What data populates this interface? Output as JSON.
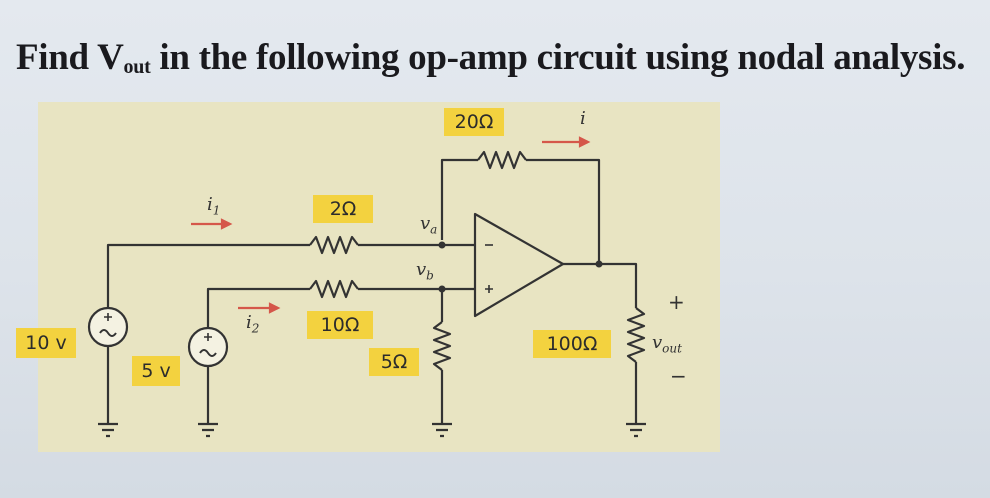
{
  "question": {
    "prefix": "Find V",
    "subscript": "out",
    "suffix": " in the following op-amp circuit using nodal analysis."
  },
  "circuit": {
    "resistors": {
      "r_feedback": "20Ω",
      "r_2": "2Ω",
      "r_10": "10Ω",
      "r_5": "5Ω",
      "r_load": "100Ω"
    },
    "sources": {
      "v1": "10 v",
      "v2": "5 v"
    },
    "currents": {
      "i": "i",
      "i1": "i",
      "i1_sub": "1",
      "i2": "i",
      "i2_sub": "2"
    },
    "nodes": {
      "va": "v",
      "va_sub": "a",
      "vb": "v",
      "vb_sub": "b"
    },
    "vout": {
      "symbol": "v",
      "sub": "out",
      "plus": "+",
      "minus": "−"
    },
    "colors": {
      "panel": "#e8e4c2",
      "label_bg": "#f3d23f",
      "wire": "#333333",
      "arrow": "#d5574a"
    }
  }
}
